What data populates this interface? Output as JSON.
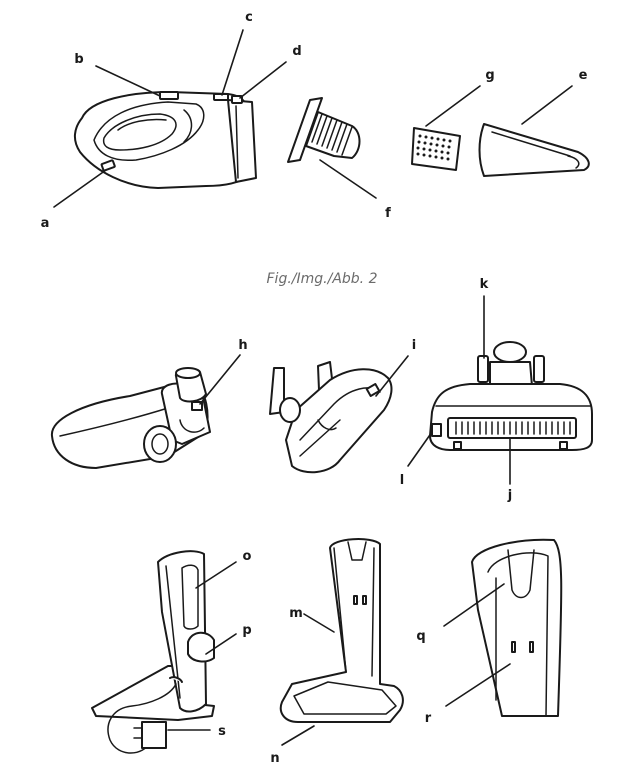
{
  "caption": "Fig./Img./Abb. 2",
  "labels": {
    "a": "a",
    "b": "b",
    "c": "c",
    "d": "d",
    "e": "e",
    "f": "f",
    "g": "g",
    "h": "h",
    "i": "i",
    "j": "j",
    "k": "k",
    "l": "l",
    "m": "m",
    "n": "n",
    "o": "o",
    "p": "p",
    "q": "q",
    "r": "r",
    "s": "s"
  }
}
